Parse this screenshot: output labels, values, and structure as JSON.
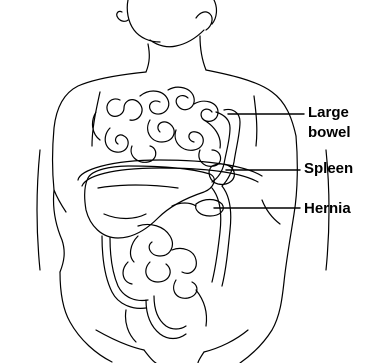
{
  "diagram": {
    "labels": {
      "large_bowel_line1": "Large",
      "large_bowel_line2": "bowel",
      "spleen": "Spleen",
      "hernia": "Hernia"
    },
    "colors": {
      "line": "#000000",
      "background": "#ffffff"
    }
  }
}
